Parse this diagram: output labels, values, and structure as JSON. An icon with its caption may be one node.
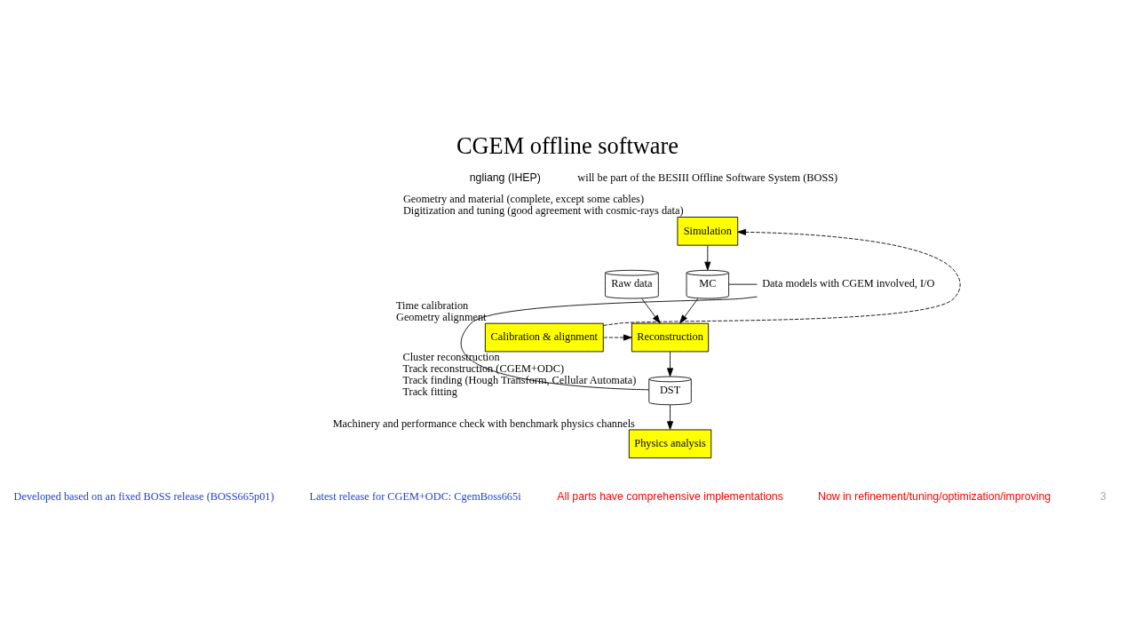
{
  "diagram": {
    "title": "CGEM offline software",
    "nodes": [
      {
        "text": [
          "Simulation"
        ],
        "beside": [
          "Geometry and material (complete, except some cables)",
          "Digitization and tuning (good agreement with cosmic-rays data)"
        ]
      },
      {
        "text": [
          "MC"
        ]
      },
      {
        "text": [
          "Raw data"
        ]
      },
      {
        "text": [
          "Reconstruction"
        ],
        "beside": [
          "Cluster reconstruction",
          "Track reconstruction (CGEM+ODC)",
          "Track finding (Hough Transform, Cellular Automata)",
          "Track fitting"
        ]
      },
      {
        "text": [
          "Calibration & alignment"
        ],
        "beside": [
          "Time calibration",
          "Geometry alignment"
        ]
      },
      {
        "text": [
          "DST"
        ]
      },
      {
        "text": [
          "Physics analysis"
        ],
        "beside": [
          "Machinery and performance check with benchmark physics channels"
        ]
      },
      {
        "text": [
          "Data models with CGEM involved, I/O"
        ]
      }
    ],
    "edges": [
      {
        "from": 0,
        "to": 1,
        "arrow": "to"
      },
      {
        "from": 1,
        "to": 3,
        "arrow": "to"
      },
      {
        "from": 2,
        "to": 3,
        "arrow": "to"
      },
      {
        "from": 4,
        "to": 3,
        "arrow": "to",
        "style": "dashed"
      },
      {
        "from": 4,
        "to": 0,
        "arrow": "to",
        "style": "dashed"
      },
      {
        "from": 3,
        "to": 5,
        "arrow": "to"
      },
      {
        "from": 5,
        "to": 6,
        "arrow": "to"
      },
      {
        "from": 1,
        "to": 7,
        "arrow": "none"
      },
      {
        "from": 5,
        "to": 7,
        "arrow": "none"
      }
    ],
    "labels": [
      "ngliang (IHEP)",
      "will be part of the BESIII Offline Software System (BOSS)",
      "Developed based on an fixed BOSS release (BOSS665p01)",
      "Latest release for CGEM+ODC: CgemBoss665i",
      "All parts have comprehensive implementations",
      "Now in refinement/tuning/optimization/improving",
      "3"
    ]
  }
}
